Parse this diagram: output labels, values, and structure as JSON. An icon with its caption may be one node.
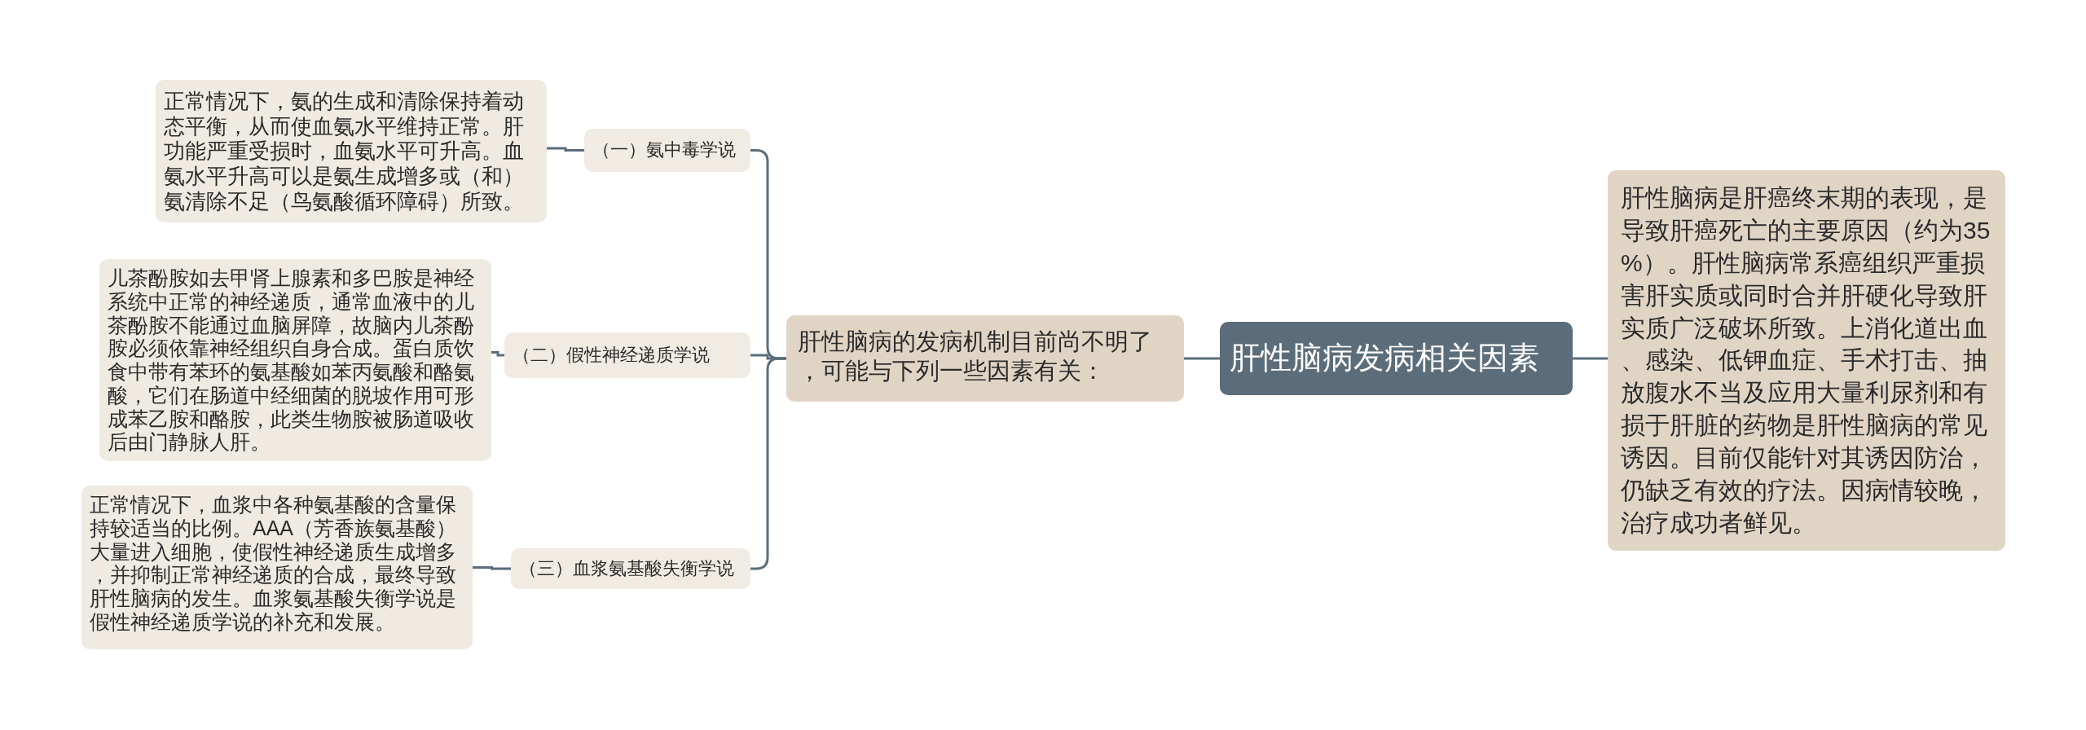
{
  "diagram": {
    "nodes": [
      {
        "text": [
          "肝性脑病发病相关因素"
        ]
      },
      {
        "text": [
          "肝性脑病是肝癌终末期的表现，是导致肝癌死亡的主要原因（约为35%）。肝性脑病常系癌组织严重损害肝实质或同时合并肝硬化导致肝实质广泛破坏所致。上消化道出血、感染、低钾血症、手术打击、抽放腹水不当及应用大量利尿剂和有损于肝脏的药物是肝性脑病的常见诱因。目前仅能针对其诱因防治，仍缺乏有效的疗法。因病情较晚，治疗成功者鲜见。"
        ]
      },
      {
        "text": [
          "肝性脑病的发病机制目前尚不明了，可能与下列一些因素有关："
        ]
      },
      {
        "text": [
          "（一）氨中毒学说"
        ]
      },
      {
        "text": [
          "正常情况下，氨的生成和清除保持着动态平衡，从而使血氨水平维持正常。肝功能严重受损时，血氨水平可升高。血氨水平升高可以是氨生成增多或（和）氨清除不足（鸟氨酸循环障碍）所致。"
        ]
      },
      {
        "text": [
          "（二）假性神经递质学说"
        ]
      },
      {
        "text": [
          "儿茶酚胺如去甲肾上腺素和多巴胺是神经系统中正常的神经递质，通常血液中的儿茶酚胺不能通过血脑屏障，故脑内儿茶酚胺必须依靠神经组织自身合成。蛋白质饮食中带有苯环的氨基酸如苯丙氨酸和酪氨酸，它们在肠道中经细菌的脱坡作用可形成苯乙胺和酪胺，此类生物胺被肠道吸收后由门静脉人肝。"
        ]
      },
      {
        "text": [
          "（三）血浆氨基酸失衡学说"
        ]
      },
      {
        "text": [
          "正常情况下，血浆中各种氨基酸的含量保持较适当的比例。AAA（芳香族氨基酸）大量进入细胞，使假性神经递质生成增多，并抑制正常神经递质的合成，最终导致肝性脑病的发生。血浆氨基酸失衡学说是假性神经递质学说的补充和发展。"
        ]
      }
    ],
    "edges": [
      {
        "from": 0,
        "to": 1,
        "arrow": "none"
      },
      {
        "from": 0,
        "to": 2,
        "arrow": "none"
      },
      {
        "from": 2,
        "to": 3,
        "arrow": "none"
      },
      {
        "from": 2,
        "to": 5,
        "arrow": "none"
      },
      {
        "from": 2,
        "to": 7,
        "arrow": "none"
      },
      {
        "from": 3,
        "to": 4,
        "arrow": "none"
      },
      {
        "from": 5,
        "to": 6,
        "arrow": "none"
      },
      {
        "from": 7,
        "to": 8,
        "arrow": "none"
      }
    ]
  }
}
